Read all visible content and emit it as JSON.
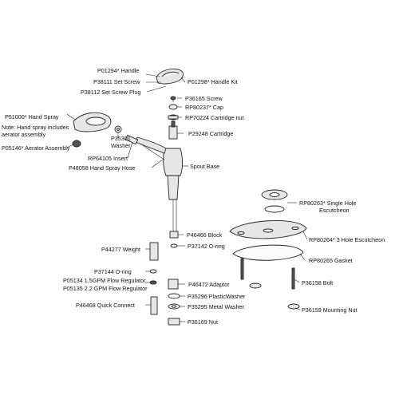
{
  "labels": {
    "handle": "P01294* Handle",
    "set_screw": "P38111 Set Screw",
    "set_screw_plug": "P38112 Set Screw Plug",
    "handle_kit": "P01298* Handle Kit",
    "screw": "P36165 Screw",
    "cap": "RP80237* Cap",
    "cartridge_nut": "RP70224 Cartridge nut",
    "cartridge": "P29248 Cartridge",
    "hand_spray": "P51000* Hand Spray",
    "hand_spray_note_1": "Note: Hand spray includes",
    "hand_spray_note_2": "aerator assembly",
    "aerator": "P05146* Aerator Assembly",
    "washer_1": "P35301",
    "washer_2": "Washer",
    "insert": "RP64105 Insert",
    "hose": "P48058 Hand Spray Hose",
    "spout_base": "Spout Base",
    "single_esc_1": "RP80263* Single Hole",
    "single_esc_2": "Escutcheon",
    "block": "P46466 Block",
    "weight": "P44277 Weight",
    "oring_right": "P37142 O-ring",
    "three_esc": "RP80264* 3 Hole Escutcheon",
    "gasket": "RP80265 Gasket",
    "oring_left": "P37144 O-ring",
    "flow_15": "P05134 1.5GPM Flow Regulator",
    "flow_22": "P05135 2.2 GPM Flow Regulator",
    "adaptor": "P46472 Adaptor",
    "bolt": "P36158 Bolt",
    "plastic_washer": "P35296 PlasticWasher",
    "quick_connect": "P46468 Quick Connect",
    "metal_washer": "P35295 Metal Washer",
    "mounting_nut": "P36159 Mounting Nut",
    "nut": "P36169 Nut"
  }
}
